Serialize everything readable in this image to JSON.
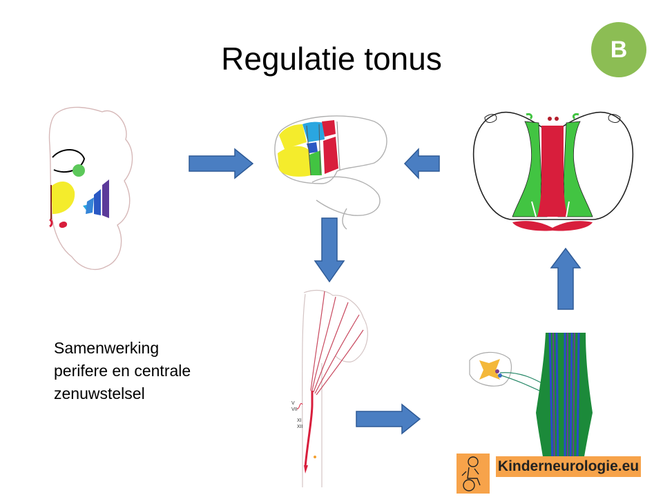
{
  "title": "Regulatie tonus",
  "badge": {
    "label": "B",
    "color": "#8cbd54"
  },
  "caption": {
    "lines": [
      "Samenwerking",
      "perifere en centrale",
      "zenuwstelsel"
    ]
  },
  "logo": {
    "text": "Kinderneurologie.eu",
    "color": "#f7a34a"
  },
  "brainstem_labels": {
    "v": "V",
    "vii": "VII",
    "xi": "XI",
    "xii": "XII"
  },
  "colors": {
    "arrow_fill": "#4a7ec2",
    "arrow_stroke": "#2e5a96",
    "pathway_red": "#d81e3c",
    "cord_green": "#42c442",
    "yellow": "#f4ec2c",
    "blue": "#2aa6e0",
    "purple": "#5b3a9a"
  }
}
